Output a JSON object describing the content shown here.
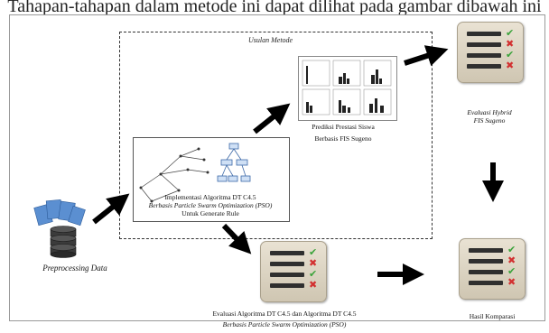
{
  "header": {
    "caption_top": "Tahapan-tahapan dalam metode ini dapat dilihat pada gambar dibawah ini"
  },
  "proposed_method": {
    "label": "Usulan Metode"
  },
  "implementation": {
    "line1": "Implementasi Algoritma DT C4.5",
    "line2": "Berbasis Particle Swarm Optimization (PSO)",
    "line3": "Untuk Generate Rule"
  },
  "prediction": {
    "line1": "Prediksi Prestasi Siswa",
    "line2": "Berbasis FIS Sugeno"
  },
  "hybrid_eval": {
    "line1": "Evaluasi Hybrid",
    "line2": "FIS Sugeno"
  },
  "comparison_eval": {
    "line1": "Evaluasi Algoritma DT C4.5 dan Algoritma DT C4.5",
    "line2": "Berbasis Particle Swarm Optimization (PSO)"
  },
  "result": {
    "label": "Hasil Komparasi"
  },
  "preprocessing": {
    "label": "Preprocessing Data"
  },
  "colors": {
    "check": "#3aa33a",
    "cross": "#d23030",
    "arrow": "#000000",
    "board": "#ddd5c4"
  },
  "icons": [
    "database-icon",
    "checklist-icon",
    "tree-graph-icon",
    "histogram-icon"
  ]
}
